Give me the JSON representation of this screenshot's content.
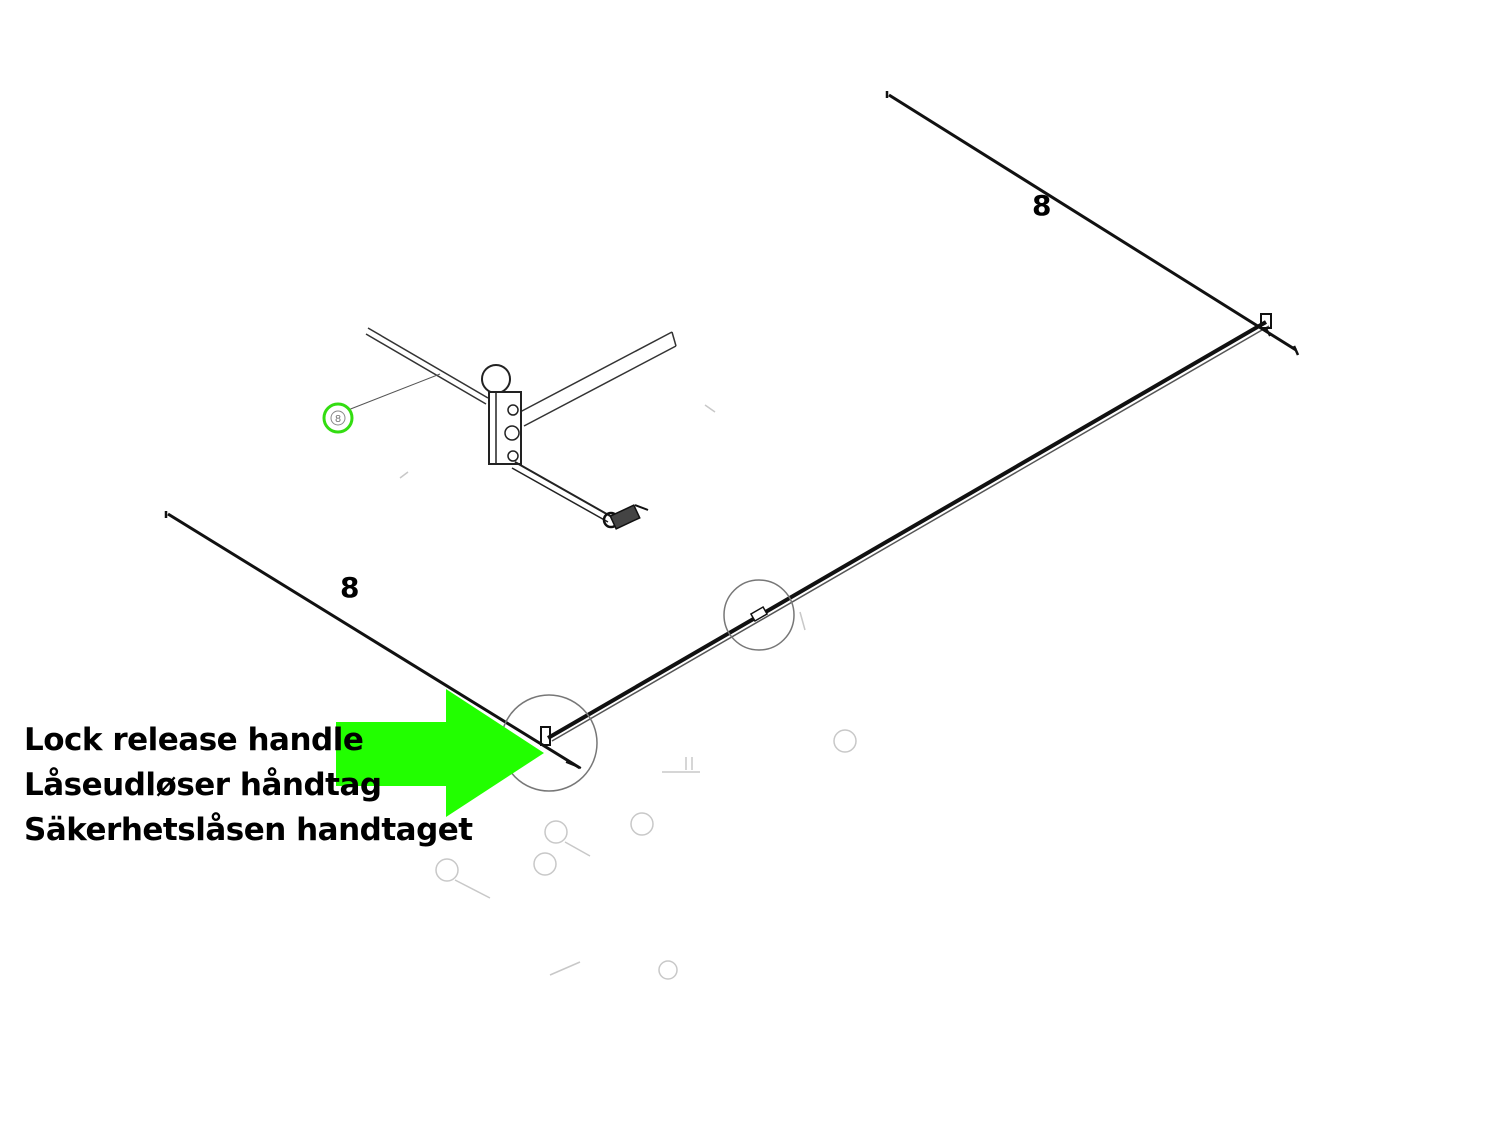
{
  "diagram": {
    "part_number_label": "8",
    "detail_callout_number": "8",
    "handle_caption": {
      "english": "Lock release handle",
      "danish": "Låseudløser håndtag",
      "swedish": "Säkerhetslåsen handtaget"
    },
    "colors": {
      "line": "#111111",
      "arrow": "#22ff00",
      "highlight_ring": "#33dd11",
      "faint": "#c8c8c8"
    }
  }
}
